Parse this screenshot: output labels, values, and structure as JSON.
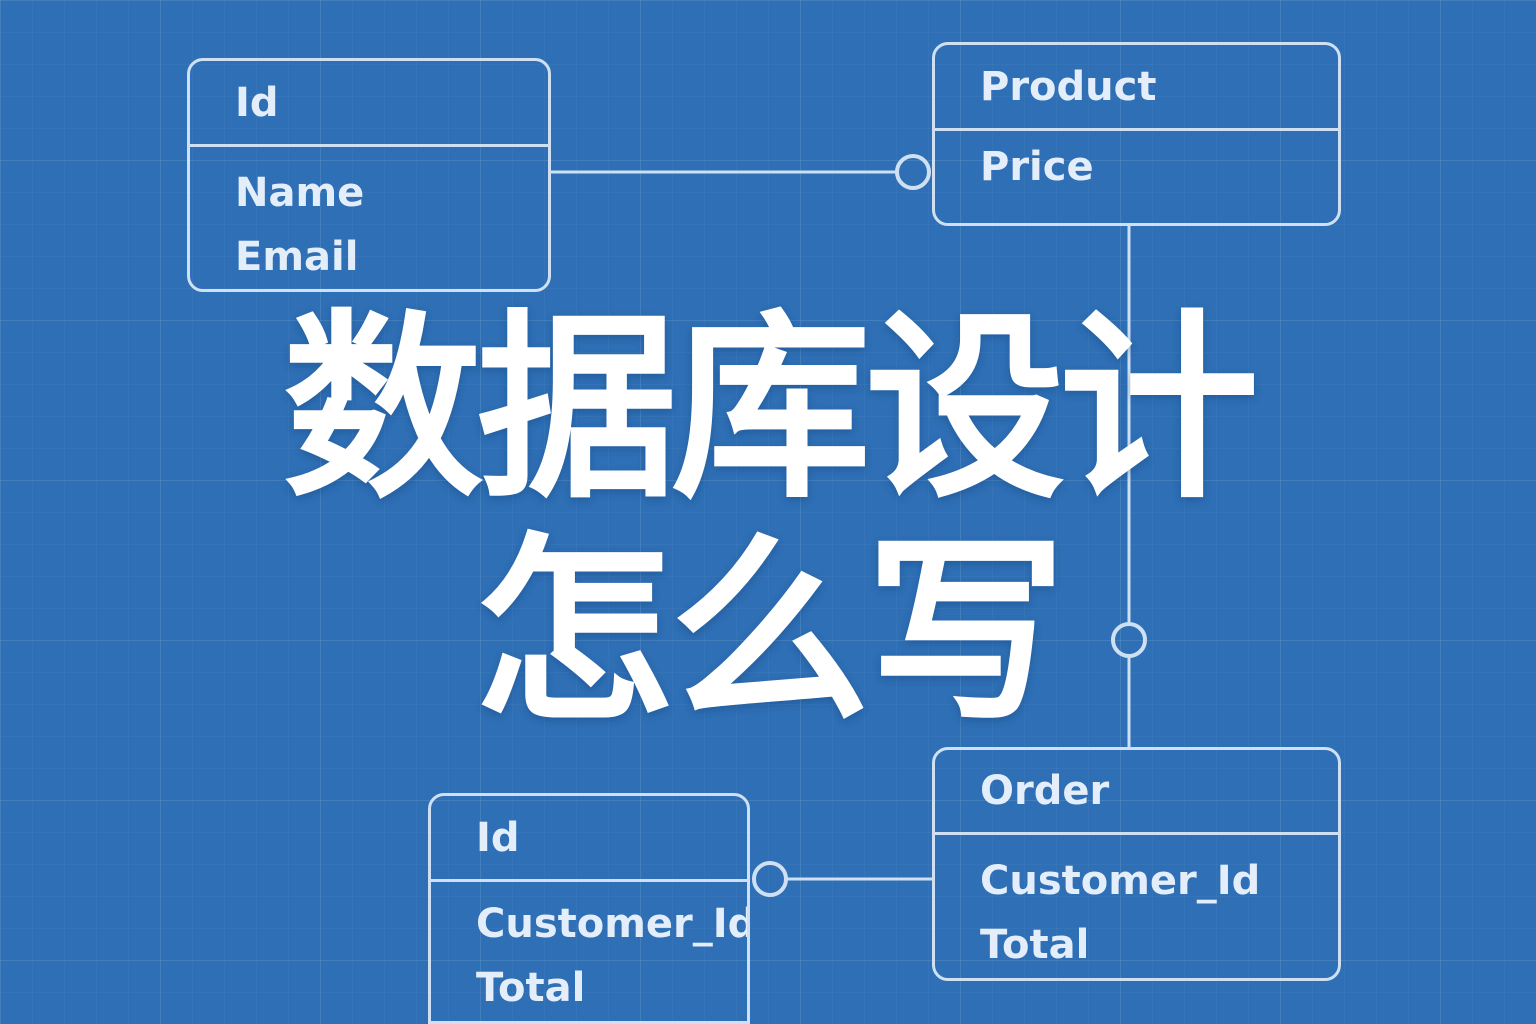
{
  "title": {
    "line1": "数据库设计",
    "line2": "怎么写"
  },
  "colors": {
    "background": "#2e6fb5",
    "line": "#cfe0f3",
    "text": "#e4eefa",
    "title": "#ffffff"
  },
  "entities": {
    "customer": {
      "header": "Id",
      "fields": [
        "Name",
        "Email"
      ]
    },
    "product": {
      "header": "Product",
      "fields": [
        "Price"
      ]
    },
    "order": {
      "header": "Order",
      "fields": [
        "Customer_Id",
        "Total"
      ]
    },
    "order_line": {
      "header": "Id",
      "fields": [
        "Customer_Id",
        "Total"
      ]
    }
  }
}
